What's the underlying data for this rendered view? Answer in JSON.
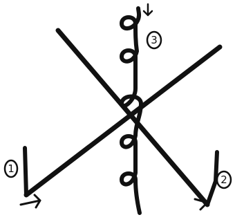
{
  "diagram": {
    "ink_color": "#111111",
    "background": "#ffffff",
    "steps": [
      {
        "number": "1"
      },
      {
        "number": "2"
      },
      {
        "number": "3"
      }
    ]
  }
}
